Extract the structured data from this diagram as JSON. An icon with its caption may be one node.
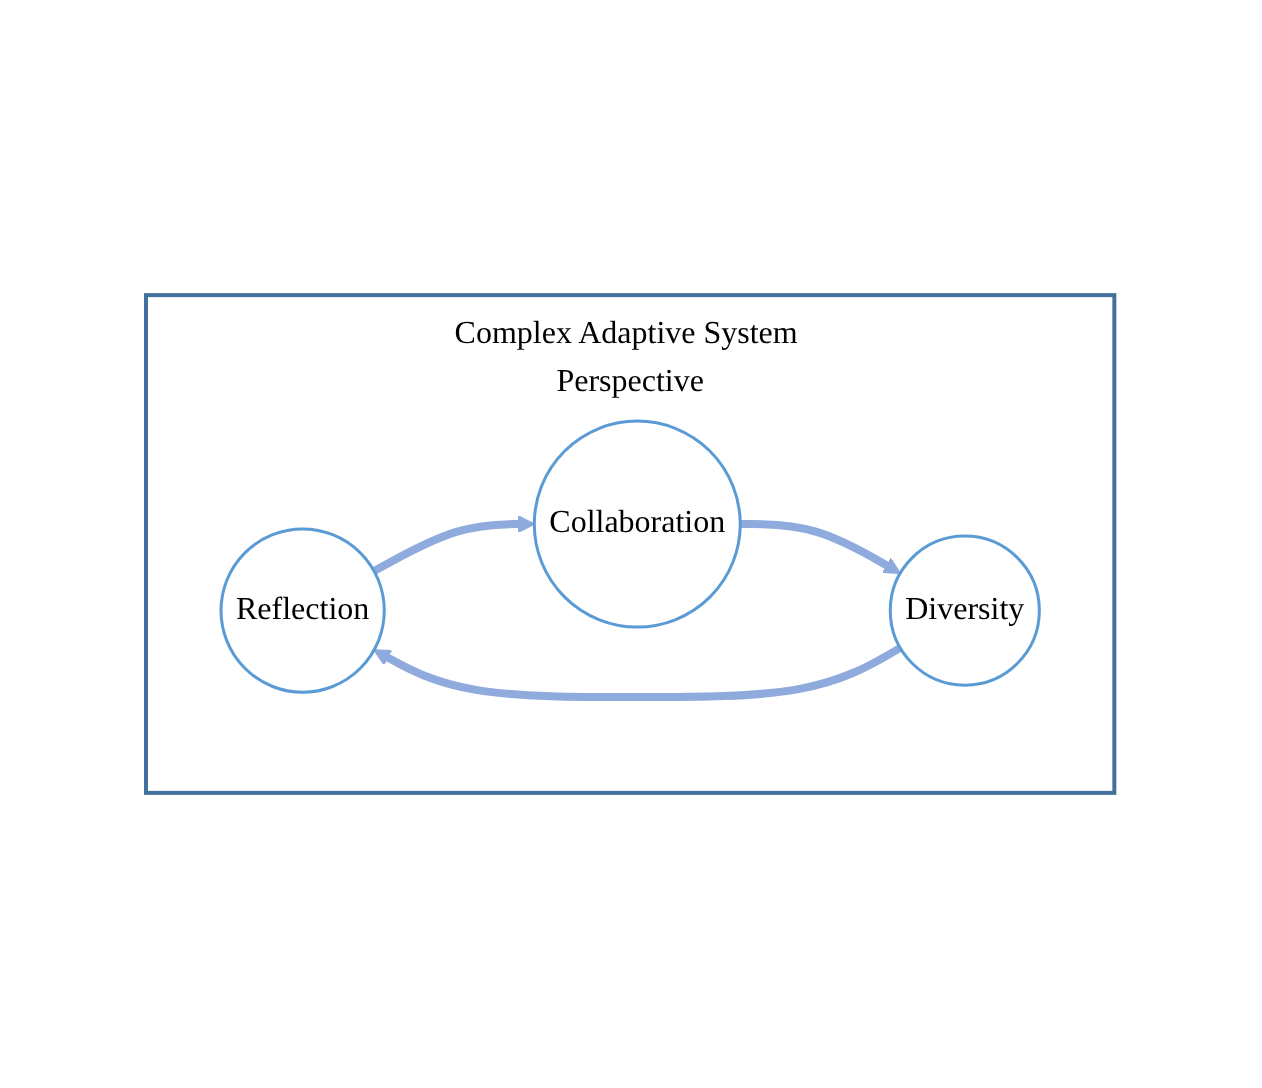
{
  "diagram": {
    "nodes": [
      {
        "text": [
          "Complex Adaptive System Perspective"
        ]
      },
      {
        "text": [
          "Reflection"
        ],
        "in": 0
      },
      {
        "text": [
          "Collaboration"
        ],
        "in": 0
      },
      {
        "text": [
          "Diversity"
        ],
        "in": 0
      }
    ],
    "edges": [
      {
        "from": 1,
        "to": 2,
        "arrow": "to"
      },
      {
        "from": 2,
        "to": 3,
        "arrow": "to"
      },
      {
        "from": 3,
        "to": 1,
        "arrow": "to"
      }
    ]
  }
}
